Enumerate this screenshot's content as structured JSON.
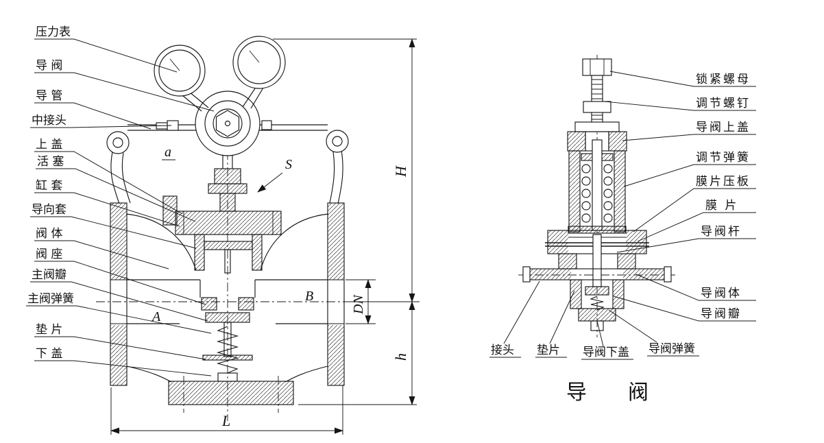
{
  "colors": {
    "background": "#ffffff",
    "line": "#161616"
  },
  "main_valve": {
    "callouts": [
      {
        "id": "pressure-gauge",
        "text": "压力表"
      },
      {
        "id": "pilot-valve",
        "text": "导 阀"
      },
      {
        "id": "conduit",
        "text": "导 管"
      },
      {
        "id": "middle-joint",
        "text": "中接头"
      },
      {
        "id": "upper-cover",
        "text": "上 盖"
      },
      {
        "id": "piston",
        "text": "活 塞"
      },
      {
        "id": "cylinder-sleeve",
        "text": "缸 套"
      },
      {
        "id": "guide-sleeve",
        "text": "导向套"
      },
      {
        "id": "valve-body",
        "text": "阀 体"
      },
      {
        "id": "valve-seat",
        "text": "阀 座"
      },
      {
        "id": "main-disc",
        "text": "主阀瓣"
      },
      {
        "id": "main-spring",
        "text": "主阀弹簧"
      },
      {
        "id": "gasket",
        "text": "垫 片"
      },
      {
        "id": "lower-cover",
        "text": "下 盖"
      }
    ],
    "dimensions": {
      "H": "H",
      "DN": "DN",
      "h": "h",
      "L": "L",
      "A": "A",
      "B": "B",
      "S": "S",
      "a": "a"
    }
  },
  "pilot_valve": {
    "callouts_right": [
      {
        "id": "lock-nut",
        "text": "锁紧螺母"
      },
      {
        "id": "adjusting-screw",
        "text": "调节螺钉"
      },
      {
        "id": "pilot-upper-cover",
        "text": "导阀上盖"
      },
      {
        "id": "adjusting-spring",
        "text": "调节弹簧"
      },
      {
        "id": "diaphragm-plate",
        "text": "膜片压板"
      },
      {
        "id": "diaphragm",
        "text": "膜 片"
      },
      {
        "id": "pilot-stem",
        "text": "导阀杆"
      },
      {
        "id": "pilot-body",
        "text": "导阀体"
      },
      {
        "id": "pilot-disc",
        "text": "导阀瓣"
      }
    ],
    "callouts_bottom": [
      {
        "id": "joint",
        "text": "接头"
      },
      {
        "id": "pilot-gasket",
        "text": "垫片"
      },
      {
        "id": "pilot-lower-cover",
        "text": "导阀下盖"
      },
      {
        "id": "pilot-spring",
        "text": "导阀弹簧"
      }
    ],
    "caption": "导　　阀"
  }
}
